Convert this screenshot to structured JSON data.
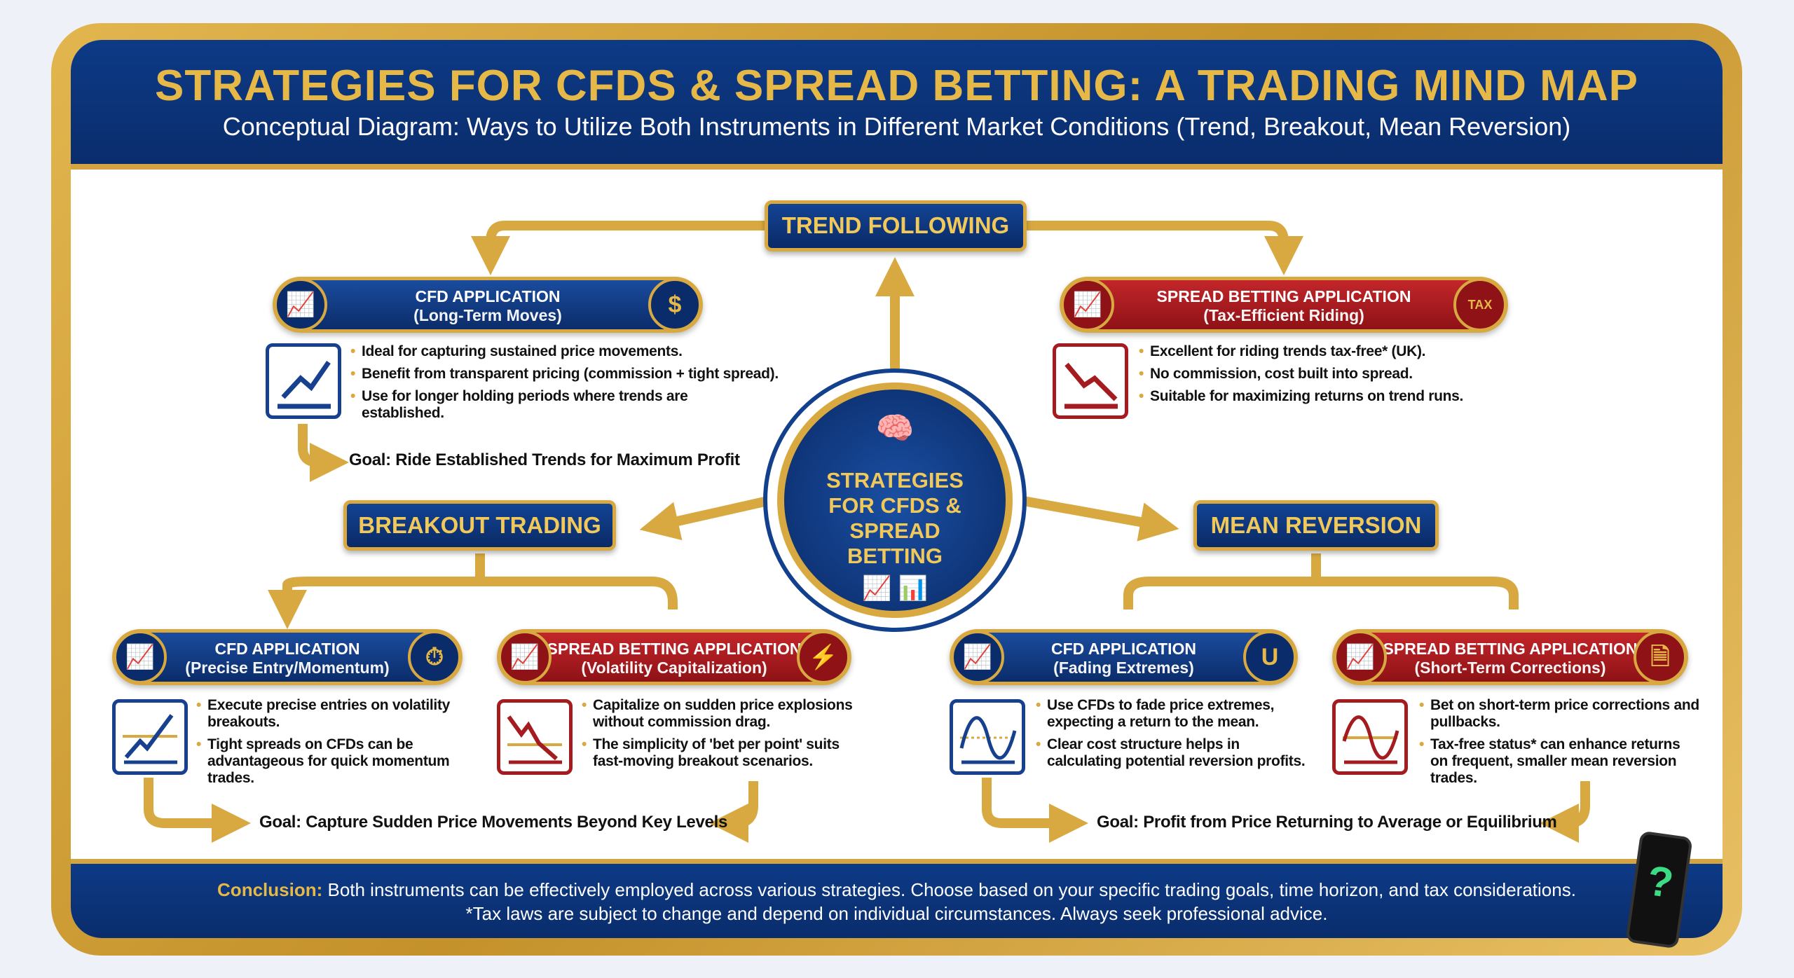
{
  "header": {
    "title": "STRATEGIES FOR CFDS & SPREAD BETTING: A TRADING MIND MAP",
    "subtitle": "Conceptual Diagram: Ways to Utilize Both Instruments in Different Market Conditions (Trend, Breakout, Mean Reversion)"
  },
  "center": {
    "label": "STRATEGIES FOR CFDS & SPREAD BETTING"
  },
  "nodes": {
    "trend": "TREND FOLLOWING",
    "breakout": "BREAKOUT TRADING",
    "mean": "MEAN REVERSION"
  },
  "trend": {
    "cfd": {
      "title": "CFD APPLICATION",
      "sub": "(Long-Term Moves)",
      "icon": "document-dollar-icon",
      "bullets": [
        "Ideal for capturing sustained price movements.",
        "Benefit from transparent pricing (commission + tight spread).",
        "Use for longer holding periods where trends are established."
      ]
    },
    "sb": {
      "title": "SPREAD BETTING APPLICATION",
      "sub": "(Tax-Efficient Riding)",
      "icon": "tax-shield-icon",
      "bullets": [
        "Excellent for riding trends tax-free* (UK).",
        "No commission, cost built into spread.",
        "Suitable for maximizing returns on trend runs."
      ]
    },
    "goal": "Goal: Ride Established Trends for Maximum Profit"
  },
  "breakout": {
    "cfd": {
      "title": "CFD APPLICATION",
      "sub": "(Precise Entry/Momentum)",
      "icon": "stopwatch-icon",
      "bullets": [
        "Execute precise entries on volatility breakouts.",
        "Tight spreads on CFDs can be advantageous for quick momentum trades."
      ]
    },
    "sb": {
      "title": "SPREAD BETTING APPLICATION",
      "sub": "(Volatility Capitalization)",
      "icon": "lightning-icon",
      "bullets": [
        "Capitalize on sudden price explosions without commission drag.",
        "The simplicity of 'bet per point' suits fast-moving breakout scenarios."
      ]
    },
    "goal": "Goal: Capture Sudden Price Movements Beyond Key Levels"
  },
  "mean": {
    "cfd": {
      "title": "CFD APPLICATION",
      "sub": "(Fading Extremes)",
      "icon": "magnet-icon",
      "bullets": [
        "Use CFDs to fade price extremes, expecting a return to the mean.",
        "Clear cost structure helps in calculating potential reversion profits."
      ]
    },
    "sb": {
      "title": "SPREAD BETTING APPLICATION",
      "sub": "(Short-Term Corrections)",
      "icon": "tax-document-icon",
      "bullets": [
        "Bet on short-term price corrections and pullbacks.",
        "Tax-free status* can enhance returns on frequent, smaller mean reversion trades."
      ]
    },
    "goal": "Goal: Profit from Price Returning to Average or Equilibrium"
  },
  "footer": {
    "label": "Conclusion:",
    "text": " Both instruments can be effectively employed across various strategies. Choose based on your specific trading goals, time horizon, and tax considerations.",
    "note": "*Tax laws are subject to change and depend on individual circumstances. Always seek professional advice."
  },
  "colors": {
    "navy": "#0d3a86",
    "gold": "#d8a940",
    "red": "#b01e22"
  }
}
